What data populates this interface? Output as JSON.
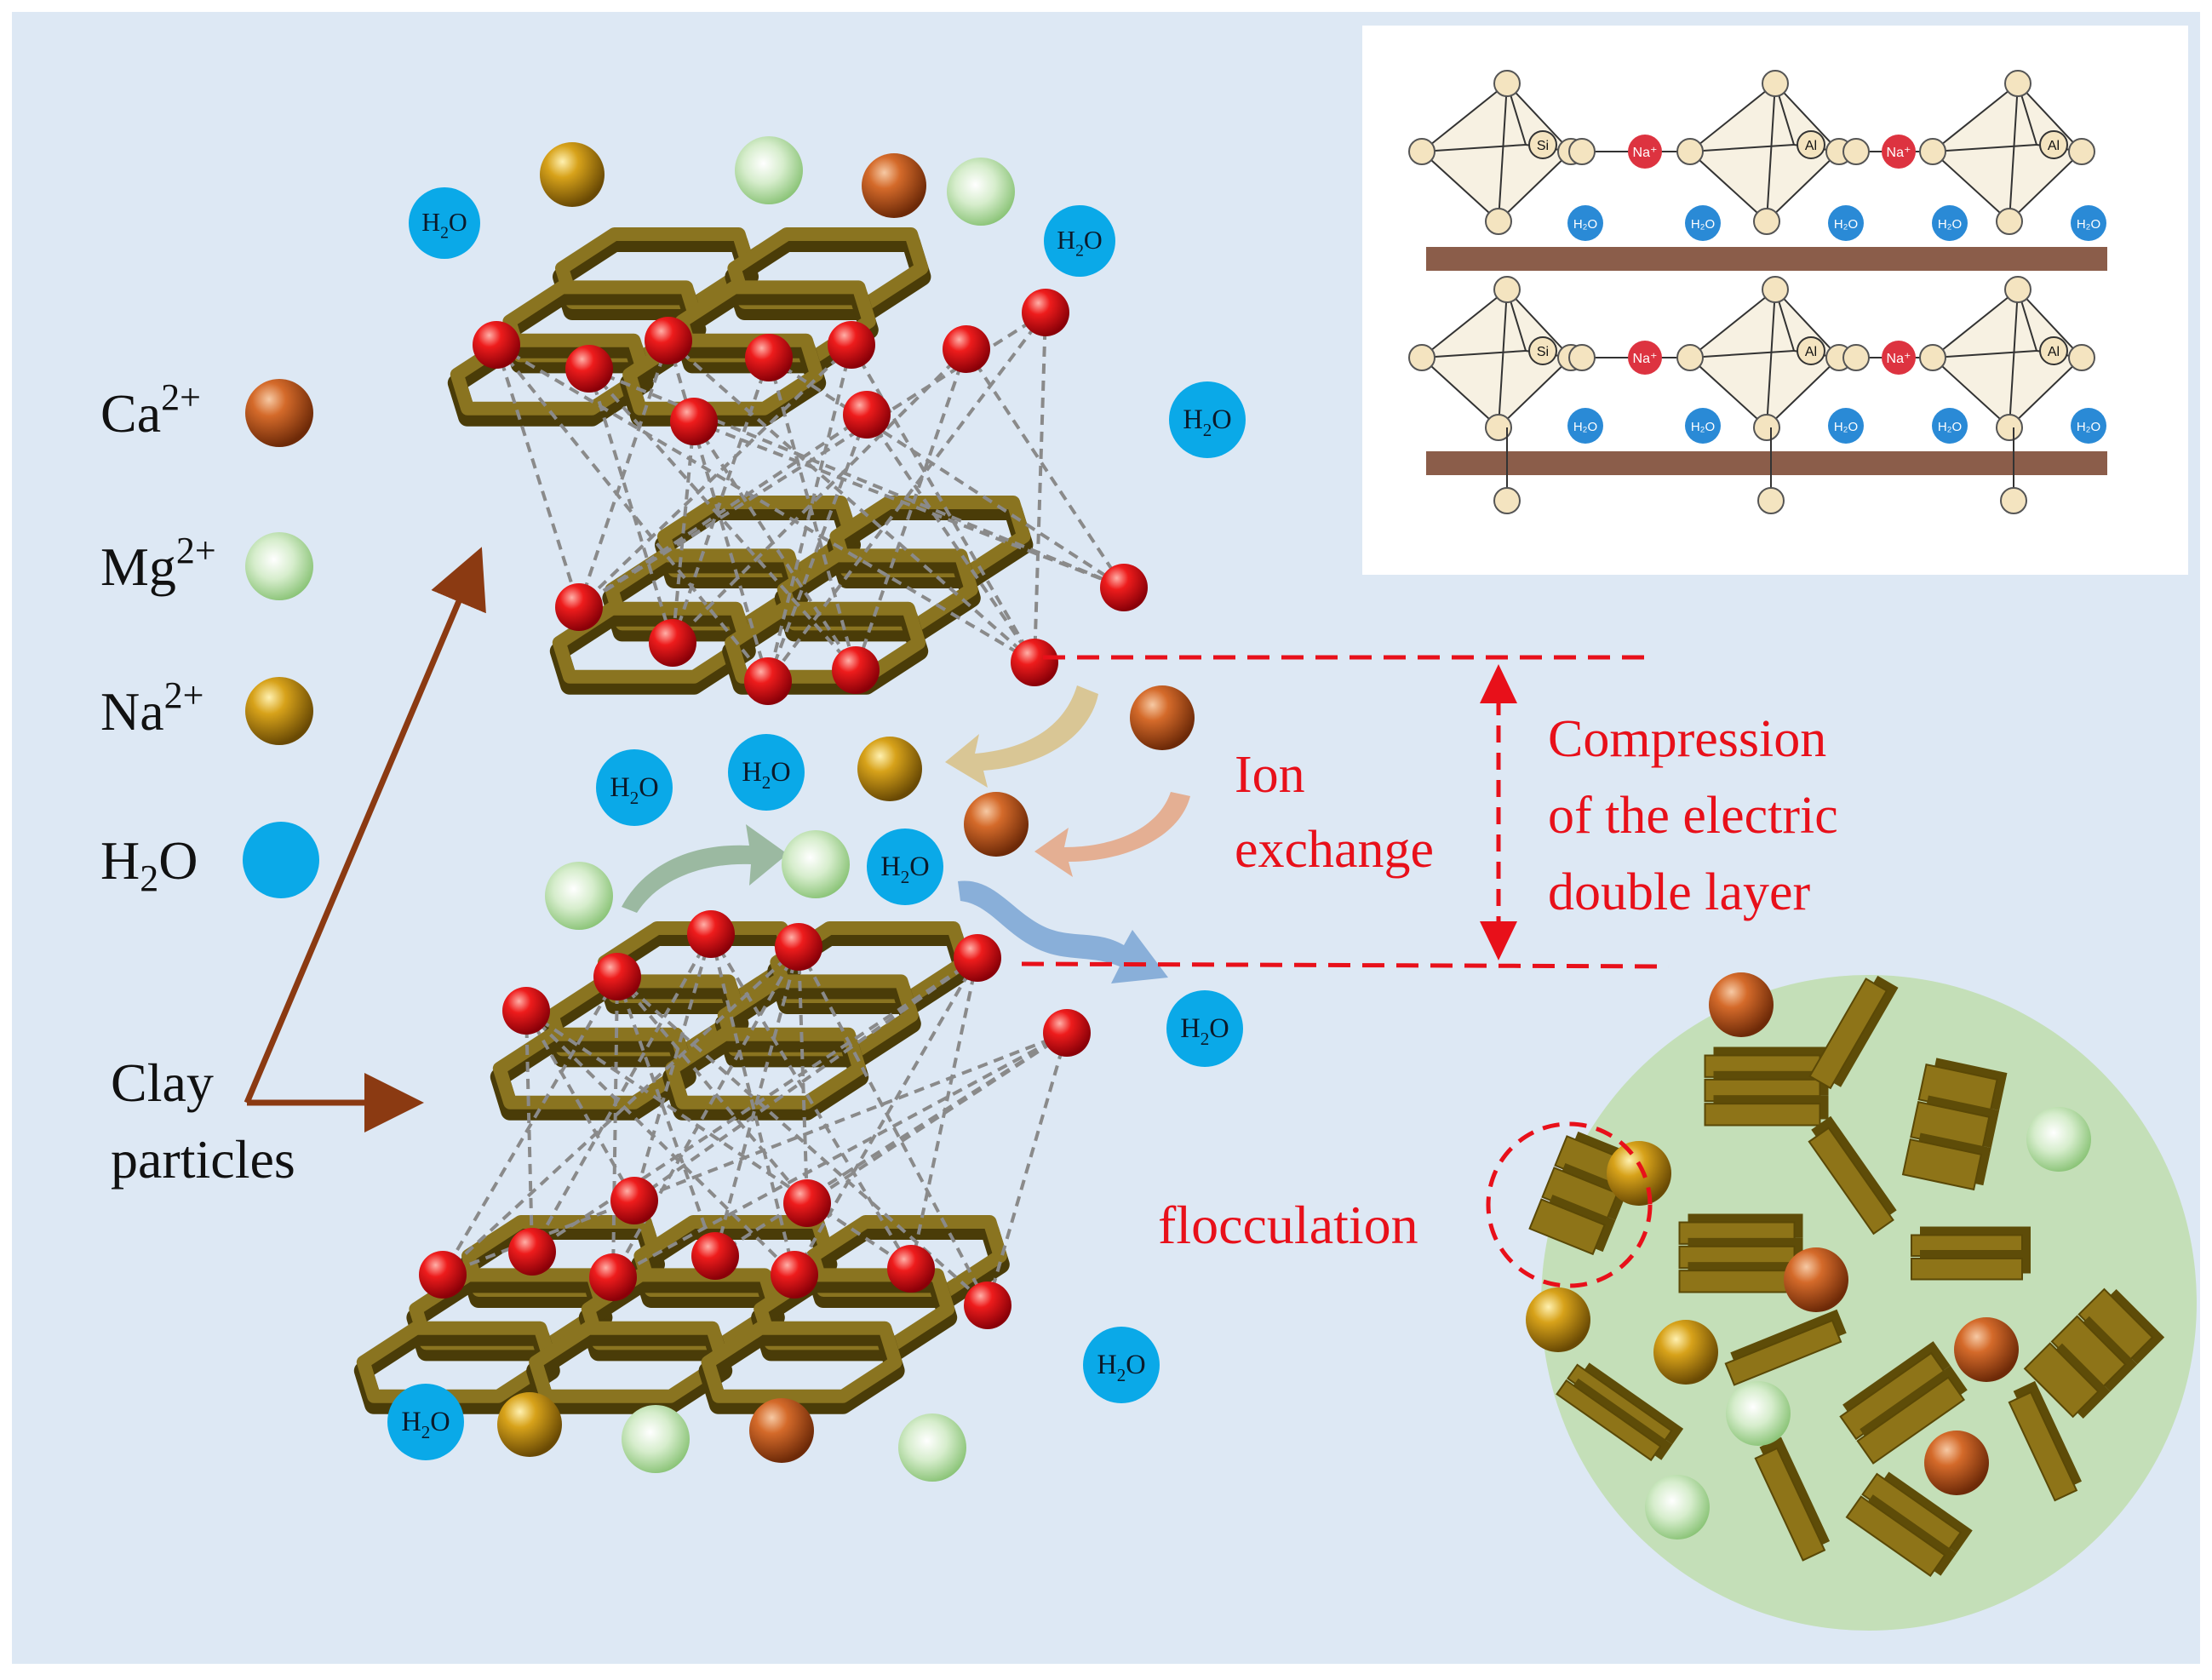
{
  "colors": {
    "background": "#dde8f4",
    "ca": "#c8561a",
    "mg": "#b4dba4",
    "na": "#c89512",
    "water": "#0aa9e8",
    "clay": "#7e6818",
    "oxygen": "#e60012",
    "arrow_brown": "#8b3a12",
    "annotation_red": "#e8101a",
    "flocculation_circle": "#c4dfb8",
    "inset_bg": "#ffffff",
    "inset_band": "#8b5d4a",
    "inset_atom": "#f4e4c0",
    "inset_na": "#dd3340",
    "inset_water": "#2a8ad6"
  },
  "legend": [
    {
      "symbol": "Ca",
      "charge": "2+",
      "ion": "ca"
    },
    {
      "symbol": "Mg",
      "charge": "2+",
      "ion": "mg"
    },
    {
      "symbol": "Na",
      "charge": "2+",
      "ion": "na"
    },
    {
      "symbol": "H",
      "sub": "2",
      "tail": "O",
      "ion": "water"
    }
  ],
  "labels": {
    "clay_line1": "Clay",
    "clay_line2": "particles",
    "ion_exchange_1": "Ion",
    "ion_exchange_2": "exchange",
    "compression_1": "Compression",
    "compression_2": "of the electric",
    "compression_3": "double layer",
    "flocculation": "flocculation",
    "water_H": "H",
    "water_sub": "2",
    "water_O": "O"
  },
  "inset": {
    "row_top": [
      "Si",
      "Na⁺",
      "Al",
      "Na⁺",
      "Al"
    ],
    "row_bottom": [
      "Si",
      "Na⁺",
      "Al",
      "Na⁺",
      "Al"
    ],
    "water_label": "H₂O",
    "si": "Si",
    "al": "Al",
    "na": "Na⁺"
  }
}
